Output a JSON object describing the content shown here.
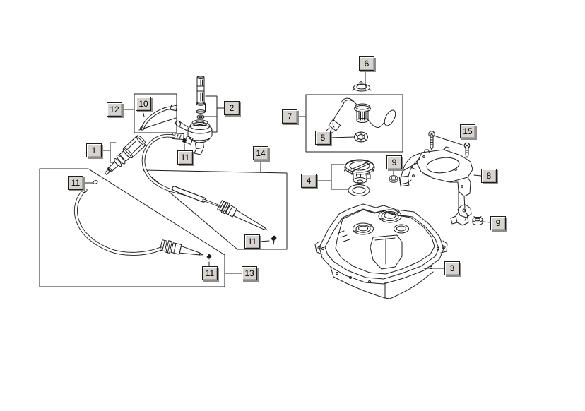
{
  "canvas": {
    "background": "#ffffff",
    "line_color": "#1d1d1d",
    "callout_face": "#d7d4cf",
    "callout_shadow": "#8c8c8c",
    "callout_border": "#1d1d1d"
  },
  "callouts": [
    {
      "num": "1"
    },
    {
      "num": "2"
    },
    {
      "num": "3"
    },
    {
      "num": "4"
    },
    {
      "num": "5"
    },
    {
      "num": "6"
    },
    {
      "num": "7"
    },
    {
      "num": "8"
    },
    {
      "num": "9"
    },
    {
      "num": "9"
    },
    {
      "num": "10"
    },
    {
      "num": "11"
    },
    {
      "num": "11"
    },
    {
      "num": "11"
    },
    {
      "num": "11"
    },
    {
      "num": "12"
    },
    {
      "num": "13"
    },
    {
      "num": "14"
    },
    {
      "num": "15"
    }
  ]
}
